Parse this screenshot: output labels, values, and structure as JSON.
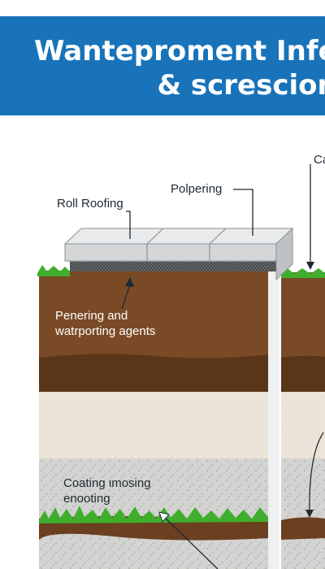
{
  "header": {
    "title_line1": "Wantepromen‌t Infe",
    "title_line2": "& screscion"
  },
  "labels": {
    "roll_roofing": "Roll Roofing",
    "polpering": "Polpering",
    "corner_partial": "Ca",
    "agents_line1": "Penering and",
    "agents_line2": "watrporting agents",
    "coating_line1": "Coating ιmosing",
    "coating_line2": "enooting"
  },
  "colors": {
    "banner": "#1873b9",
    "topsoil": "#7a4a26",
    "darksoil": "#5a3618",
    "sand": "#ece4d8",
    "gravel": "#d3d3d1",
    "grass": "#3fae2c",
    "paver": "#d4d6d8"
  }
}
